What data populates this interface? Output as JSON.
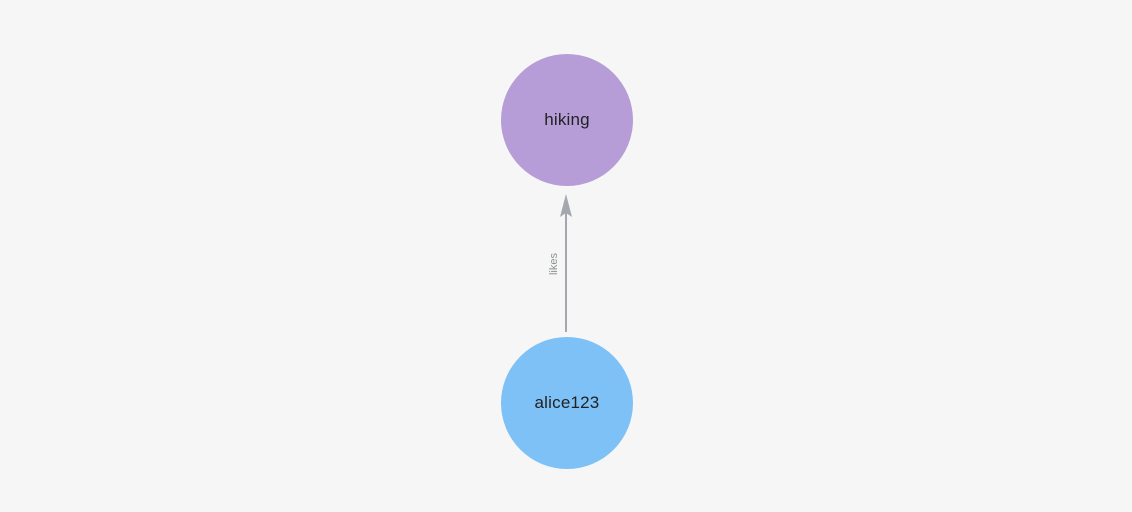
{
  "canvas": {
    "background_color": "#f5f6f5"
  },
  "graph": {
    "nodes": [
      {
        "id": "hiking",
        "label": "hiking",
        "fill_color": "#b69dd8",
        "text_color": "#222222",
        "shape": "circle"
      },
      {
        "id": "alice123",
        "label": "alice123",
        "fill_color": "#7dc1f7",
        "text_color": "#222222",
        "shape": "circle"
      }
    ],
    "edges": [
      {
        "from": "alice123",
        "to": "hiking",
        "label": "likes",
        "direction": "up",
        "line_color": "#a4a7ae",
        "label_color": "#8d9093"
      }
    ]
  }
}
